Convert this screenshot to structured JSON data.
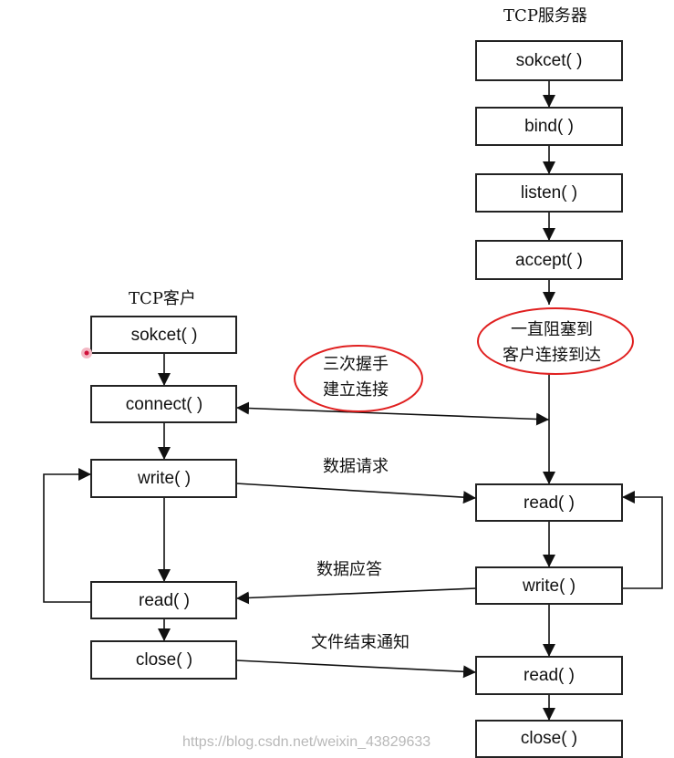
{
  "server": {
    "title": "TCP服务器",
    "steps": [
      "sokcet( )",
      "bind( )",
      "listen( )",
      "accept( )",
      "read( )",
      "write( )",
      "read( )",
      "close( )"
    ],
    "note": [
      "一直阻塞到",
      "客户连接到达"
    ]
  },
  "client": {
    "title": "TCP客户",
    "steps": [
      "sokcet( )",
      "connect( )",
      "write( )",
      "read( )",
      "close( )"
    ]
  },
  "handshake_note": [
    "三次握手",
    "建立连接"
  ],
  "messages": {
    "request": "数据请求",
    "response": "数据应答",
    "eof": "文件结束通知"
  },
  "watermark": "https://blog.csdn.net/weixin_43829633",
  "colors": {
    "highlight": "#e02020",
    "line": "#111111"
  }
}
